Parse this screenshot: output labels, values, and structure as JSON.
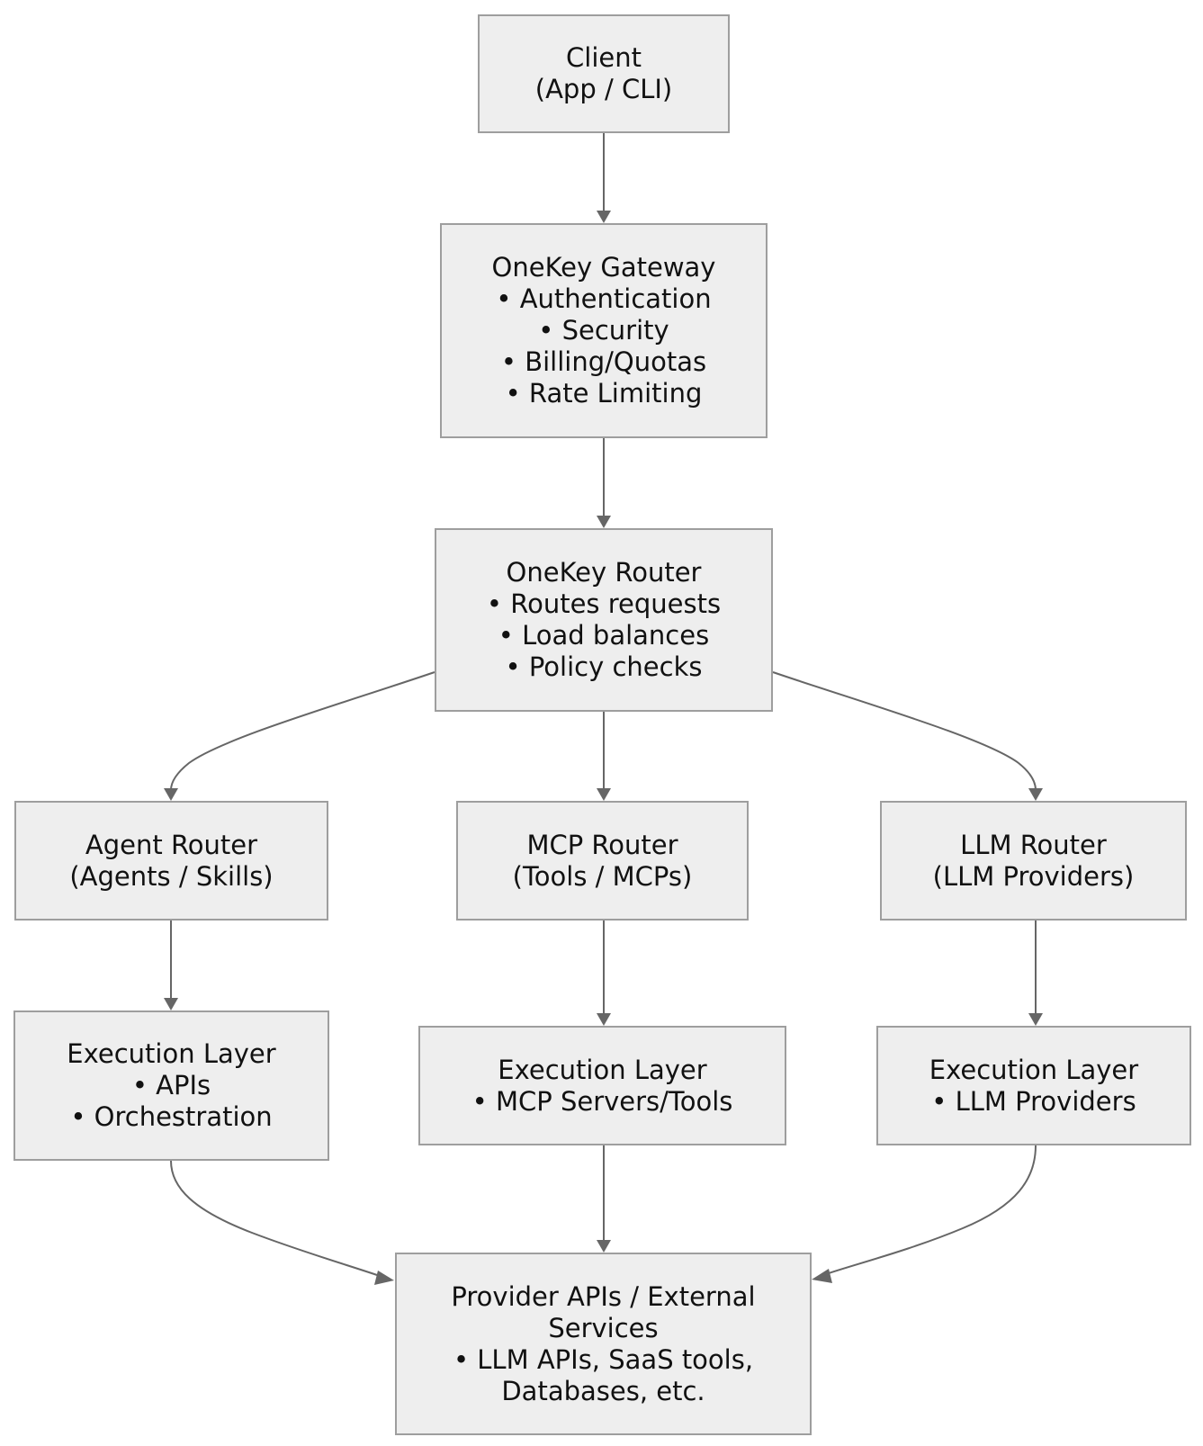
{
  "diagram": {
    "colors": {
      "node_fill": "#eeeeee",
      "node_border": "#9e9e9e",
      "edge": "#666666",
      "text": "#111111"
    },
    "nodes": [
      {
        "id": "client",
        "lines": [
          "Client",
          "(App / CLI)"
        ]
      },
      {
        "id": "gateway",
        "lines": [
          "OneKey Gateway",
          "• Authentication",
          "• Security",
          "• Billing/Quotas",
          "• Rate Limiting"
        ]
      },
      {
        "id": "router",
        "lines": [
          "OneKey Router",
          "• Routes requests",
          "• Load balances",
          "• Policy checks"
        ]
      },
      {
        "id": "agent-router",
        "lines": [
          "Agent Router",
          "(Agents / Skills)"
        ]
      },
      {
        "id": "mcp-router",
        "lines": [
          "MCP Router",
          "(Tools / MCPs)"
        ]
      },
      {
        "id": "llm-router",
        "lines": [
          "LLM Router",
          "(LLM Providers)"
        ]
      },
      {
        "id": "exec-agent",
        "lines": [
          "Execution Layer",
          "• APIs",
          "• Orchestration"
        ]
      },
      {
        "id": "exec-mcp",
        "lines": [
          "Execution Layer",
          "• MCP Servers/Tools"
        ]
      },
      {
        "id": "exec-llm",
        "lines": [
          "Execution Layer",
          "• LLM Providers"
        ]
      },
      {
        "id": "provider",
        "lines": [
          "Provider APIs / External",
          "Services",
          "• LLM APIs, SaaS tools,",
          "Databases, etc."
        ]
      }
    ],
    "edges": [
      {
        "from": "client",
        "to": "gateway"
      },
      {
        "from": "gateway",
        "to": "router"
      },
      {
        "from": "router",
        "to": "agent-router"
      },
      {
        "from": "router",
        "to": "mcp-router"
      },
      {
        "from": "router",
        "to": "llm-router"
      },
      {
        "from": "agent-router",
        "to": "exec-agent"
      },
      {
        "from": "mcp-router",
        "to": "exec-mcp"
      },
      {
        "from": "llm-router",
        "to": "exec-llm"
      },
      {
        "from": "exec-agent",
        "to": "provider"
      },
      {
        "from": "exec-mcp",
        "to": "provider"
      },
      {
        "from": "exec-llm",
        "to": "provider"
      }
    ]
  }
}
